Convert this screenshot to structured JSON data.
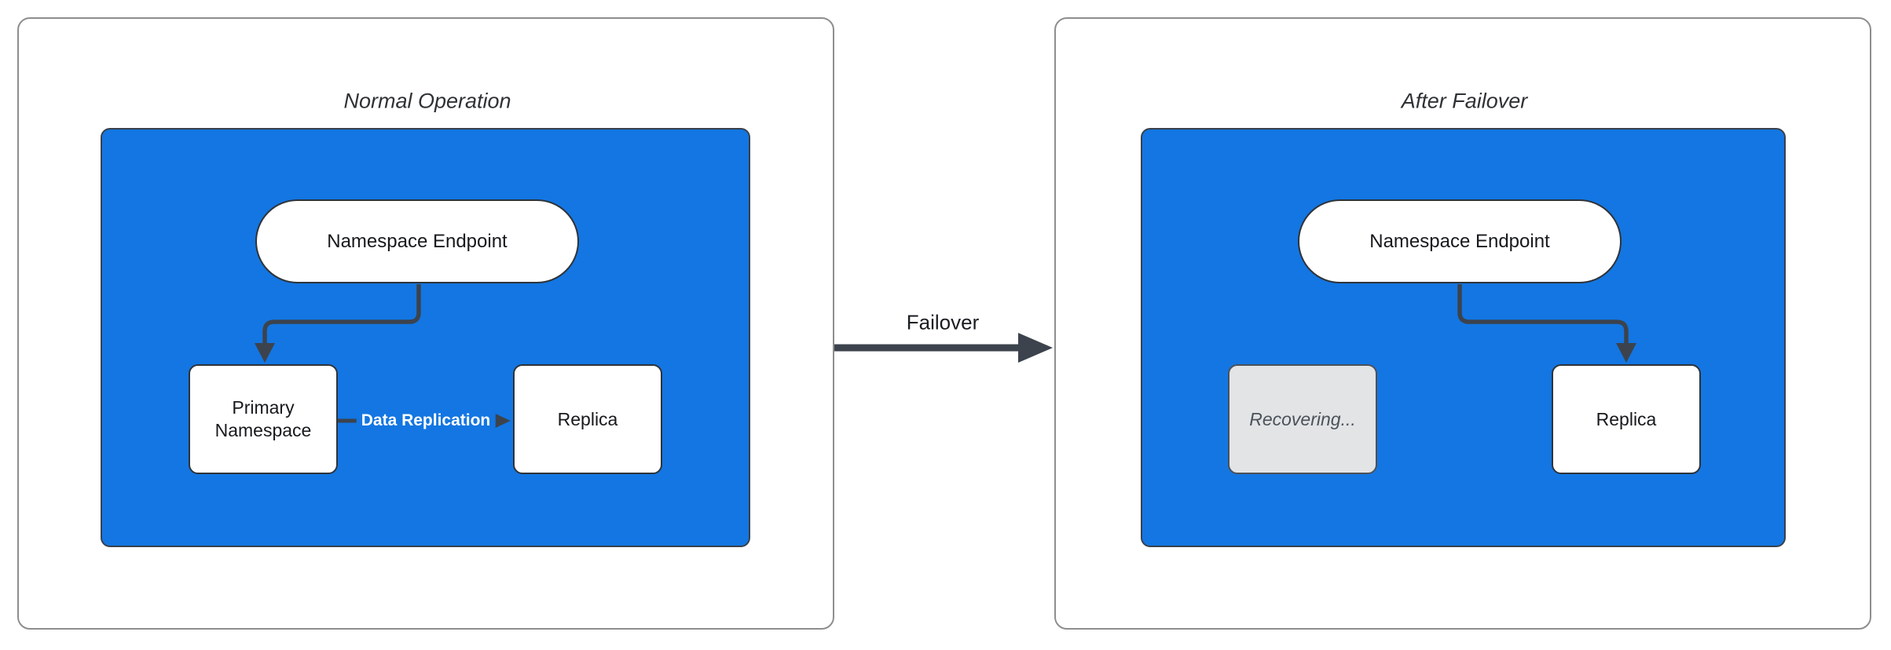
{
  "diagram": {
    "left_panel": {
      "title": "Normal Operation",
      "endpoint_label": "Namespace Endpoint",
      "primary_label": "Primary Namespace",
      "replica_label": "Replica",
      "replication_edge_label": "Data Replication"
    },
    "transition": {
      "arrow_label": "Failover"
    },
    "right_panel": {
      "title": "After Failover",
      "endpoint_label": "Namespace Endpoint",
      "recovering_label": "Recovering...",
      "replica_label": "Replica"
    },
    "colors": {
      "container_blue": "#1376e2",
      "connector_dark": "#3c434d",
      "node_border": "#2e3338",
      "panel_border": "#8e8e8e",
      "recovering_fill": "#e2e4e6",
      "recovering_text": "#4c525a",
      "replication_label_text": "#ffffff",
      "title_text": "#2f3235"
    }
  }
}
